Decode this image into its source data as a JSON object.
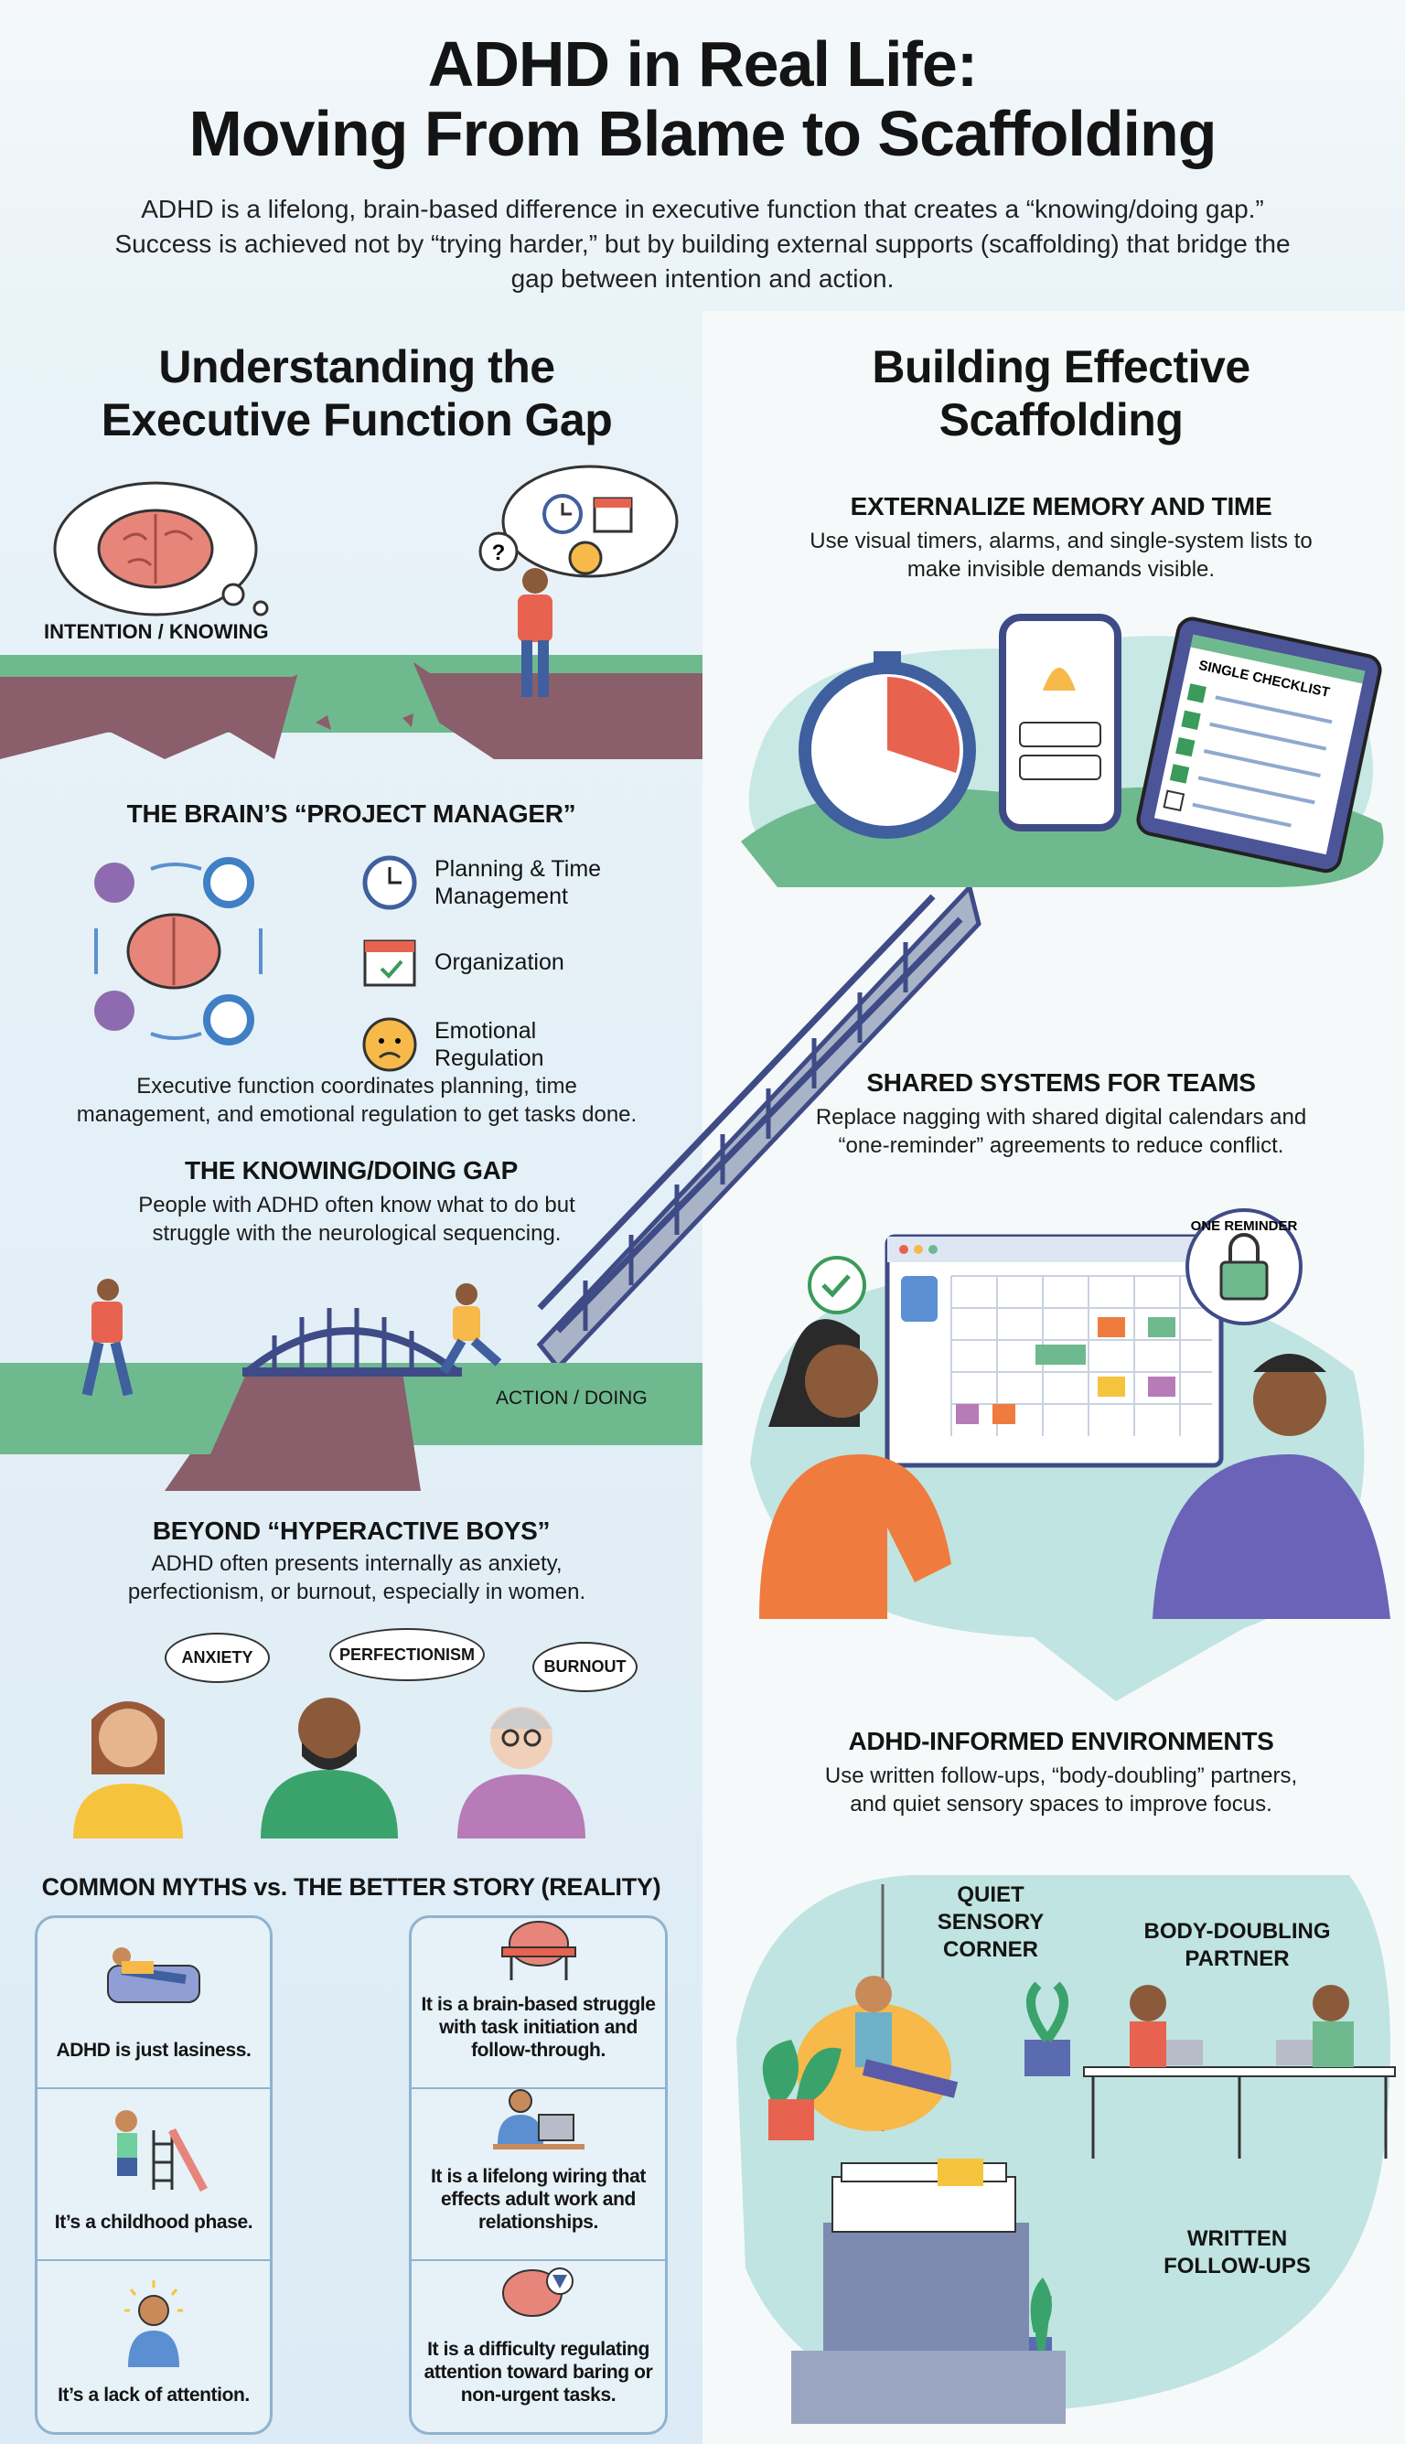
{
  "header": {
    "title_line1": "ADHD in Real Life:",
    "title_line2": "Moving From Blame to Scaffolding",
    "subtitle": "ADHD is a lifelong, brain-based difference in executive function that creates a “knowing/doing gap.” Success is achieved not by “trying harder,” but by building external supports (scaffolding) that bridge the gap between intention and action."
  },
  "left": {
    "heading": "Understanding the Executive Function Gap",
    "intention_label": "INTENTION / KNOWING",
    "question_mark": "?",
    "project_manager": {
      "title": "THE BRAIN’S “PROJECT MANAGER”",
      "items": [
        {
          "label": "Planning & Time Management",
          "icon": "clock-icon"
        },
        {
          "label": "Organization",
          "icon": "calendar-check-icon"
        },
        {
          "label": "Emotional Regulation",
          "icon": "worried-face-icon"
        }
      ],
      "text": "Executive function coordinates planning, time management, and emotional regulation to get tasks done."
    },
    "gap": {
      "title": "THE KNOWING/DOING GAP",
      "text": "People with ADHD often know what to do but struggle with the neurological sequencing.",
      "action_label": "ACTION / DOING"
    },
    "beyond": {
      "title": "BEYOND “HYPERACTIVE BOYS”",
      "text": "ADHD often presents internally as anxiety, perfectionism, or burnout, especially in women.",
      "bubbles": [
        "ANXIETY",
        "PERFECTIONISM",
        "BURNOUT"
      ]
    },
    "myths": {
      "title": "COMMON MYTHS vs. THE BETTER STORY (REALITY)",
      "myths": [
        "ADHD is just lasiness.",
        "It’s a childhood phase.",
        "It’s a lack of attention."
      ],
      "realities": [
        "It is a brain-based struggle with task initiation and follow-through.",
        "It is a lifelong wiring that effects adult work and relationships.",
        "It is a difficulty regulating attention toward baring or non-urgent tasks."
      ]
    }
  },
  "right": {
    "heading": "Building Effective Scaffolding",
    "externalize": {
      "title": "EXTERNALIZE MEMORY AND TIME",
      "text": "Use visual timers, alarms, and single-system lists to make invisible demands visible.",
      "checklist_label": "SINGLE CHECKLIST"
    },
    "shared": {
      "title": "SHARED SYSTEMS FOR TEAMS",
      "text": "Replace nagging with shared digital calendars and “one-reminder” agreements to reduce conflict.",
      "badge": "ONE REMINDER"
    },
    "environments": {
      "title": "ADHD-INFORMED ENVIRONMENTS",
      "text": "Use written follow-ups, “body-doubling” partners, and quiet sensory spaces to improve focus.",
      "labels": [
        "QUIET SENSORY CORNER",
        "BODY-DOUBLING PARTNER",
        "WRITTEN FOLLOW-UPS"
      ]
    }
  },
  "colors": {
    "green": "#6fb98f",
    "teal": "#a9dcd6",
    "brain": "#e8857a",
    "accent_orange": "#f07b3f",
    "navy": "#3f4b86"
  }
}
